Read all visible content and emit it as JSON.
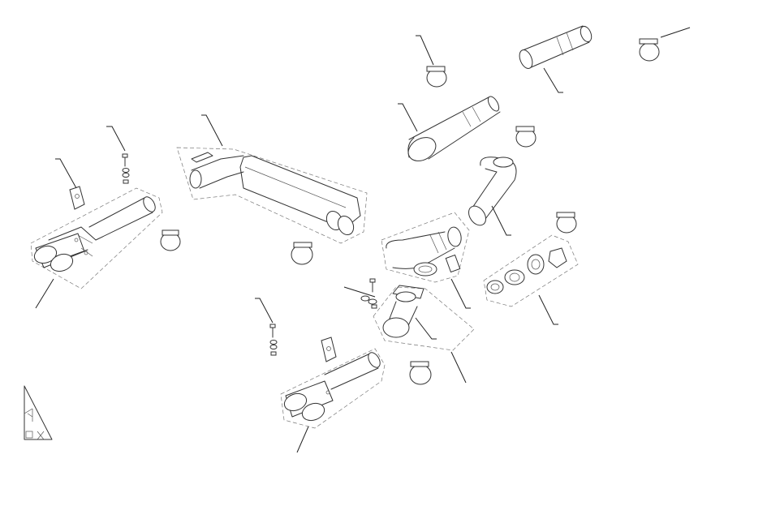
{
  "diagram": {
    "parts": [
      "left-tailpipe-assembly",
      "left-bolt-washer-nut",
      "left-hanger-bracket",
      "left-clamp",
      "rear-muffler",
      "muffler-clamp",
      "connecting-pipe-upper",
      "clamp-upper-1",
      "clamp-upper-2",
      "clamp-upper-3",
      "front-pipe",
      "bent-pipe",
      "y-pipe-flanged",
      "gasket-set",
      "flanged-pipe",
      "center-bolt-washer-nut",
      "center-clamp",
      "right-tailpipe-assembly",
      "right-bolt-washer-nut",
      "right-hanger-bracket"
    ]
  },
  "icon": {
    "orientation": "axis-triangle-icon"
  }
}
